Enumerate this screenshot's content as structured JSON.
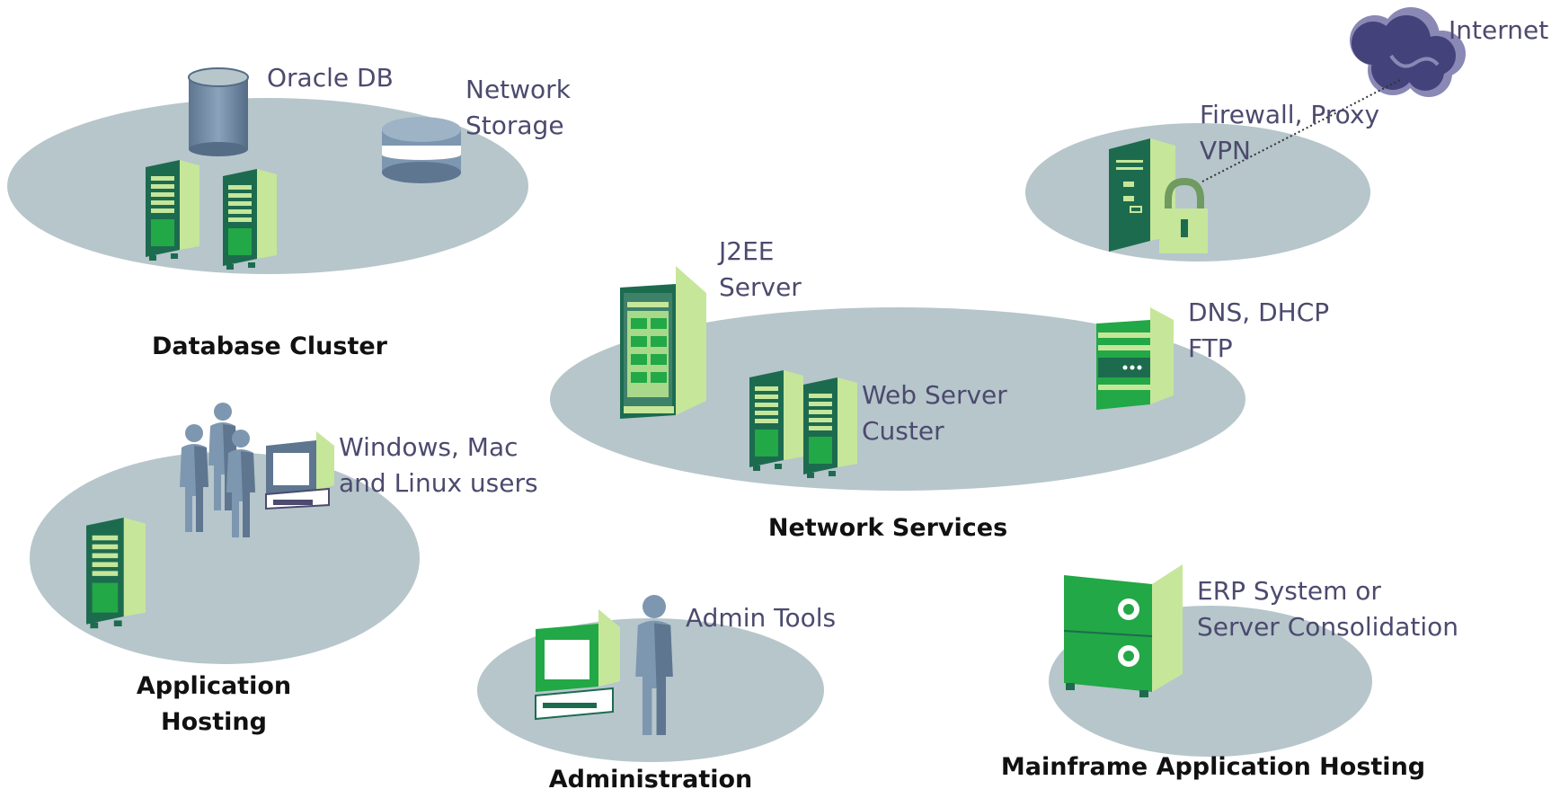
{
  "zones": {
    "database": {
      "title": "Database Cluster",
      "labels": {
        "oracle": "Oracle DB",
        "storage": "Network\nStorage"
      }
    },
    "security": {
      "labels": {
        "internet": "Internet",
        "firewall": "Firewall, Proxy\nVPN"
      }
    },
    "network": {
      "title": "Network Services",
      "labels": {
        "j2ee": "J2EE\nServer",
        "dns": "DNS, DHCP\nFTP",
        "web": "Web Server\nCuster"
      }
    },
    "apphost": {
      "title": "Application\nHosting",
      "labels": {
        "users": "Windows, Mac\nand Linux users"
      }
    },
    "admin": {
      "title": "Administration",
      "labels": {
        "tools": "Admin Tools"
      }
    },
    "mainframe": {
      "title": "Mainframe Application Hosting",
      "labels": {
        "erp": "ERP System or\nServer Consolidation"
      }
    }
  },
  "colors": {
    "ellipse": "#b6c6cb",
    "dark_green": "#1d6b4f",
    "bright_green": "#22a846",
    "light_green": "#c6e69a",
    "steel": "#7e97b0",
    "label_text": "#4c4a6e"
  }
}
